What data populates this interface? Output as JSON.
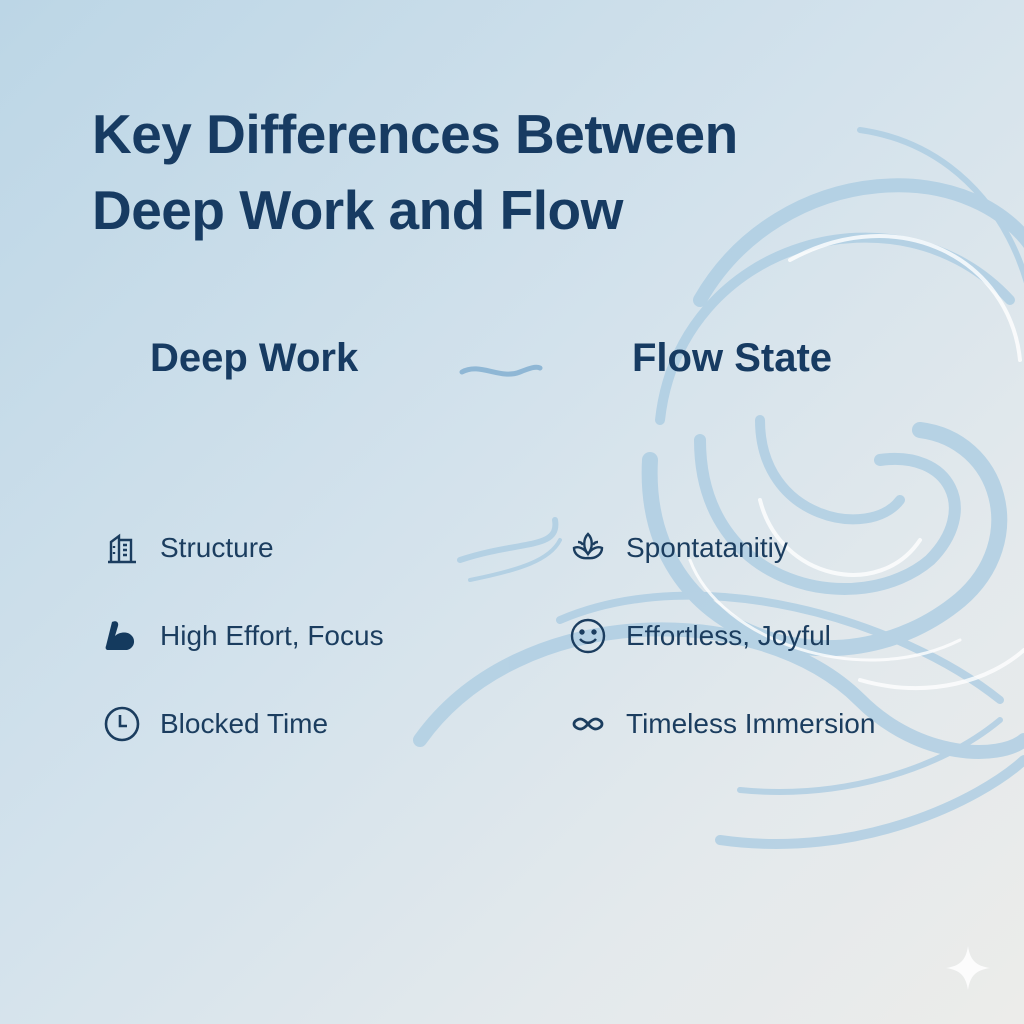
{
  "title_line1": "Key Differences Between",
  "title_line2": "Deep Work and Flow",
  "columns": [
    {
      "heading": "Deep Work",
      "items": [
        {
          "icon": "building-icon",
          "label": "Structure"
        },
        {
          "icon": "flexed-bicep-icon",
          "label": "High Effort, Focus"
        },
        {
          "icon": "clock-icon",
          "label": "Blocked Time"
        }
      ]
    },
    {
      "heading": "Flow State",
      "items": [
        {
          "icon": "lotus-icon",
          "label": "Spontatanitiy"
        },
        {
          "icon": "smiley-icon",
          "label": "Effortless, Joyful"
        },
        {
          "icon": "infinity-icon",
          "label": "Timeless Immersion"
        }
      ]
    }
  ],
  "colors": {
    "text": "#173b62",
    "swirl": "#a9cbe2"
  }
}
